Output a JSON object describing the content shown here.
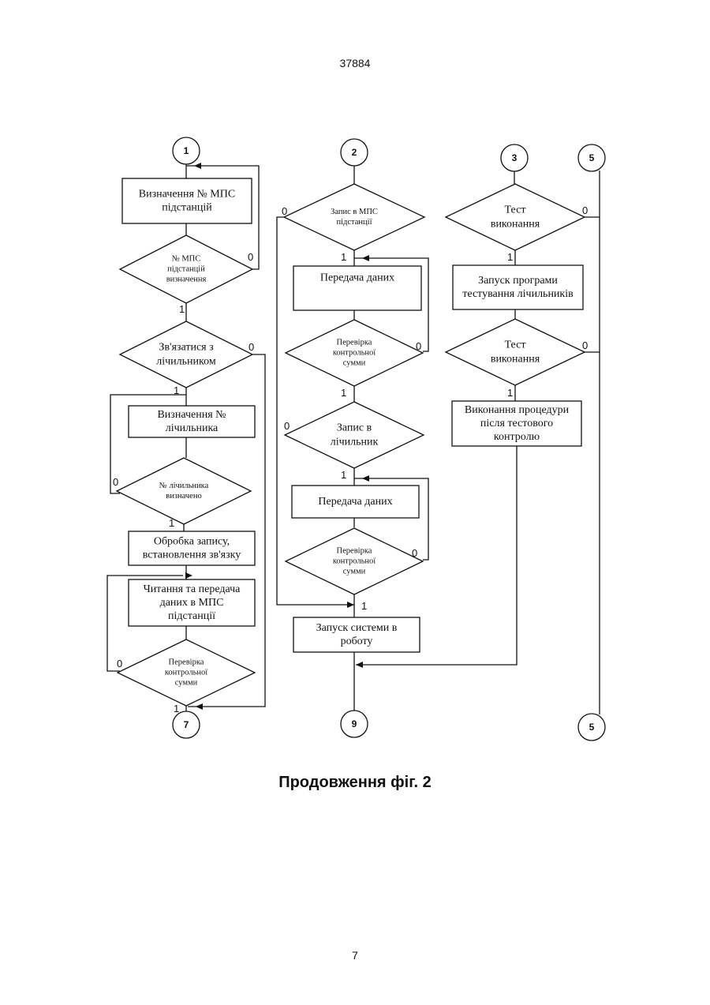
{
  "page": {
    "number_top": "37884",
    "caption": "Продовження фіг. 2",
    "number_bottom": "7"
  },
  "connectors": {
    "c1": "1",
    "c2": "2",
    "c3": "3",
    "c5_top": "5",
    "c7": "7",
    "c9": "9",
    "c5_bottom": "5"
  },
  "col1": {
    "box_mps_id": [
      "Визначення № МПС",
      "підстанцій"
    ],
    "dec_mps_id": [
      "№ МПС",
      "підстанцій",
      "визначення"
    ],
    "dec_connect": [
      "Зв'язатися з",
      "лічильником"
    ],
    "box_meter_id": [
      "Визначення №",
      "лічильника"
    ],
    "dec_meter_id": [
      "№ лічильника",
      "визначено"
    ],
    "box_process": [
      "Обробка запису,",
      "встановлення зв'язку"
    ],
    "box_read": [
      "Читання та передача",
      "даних в МПС",
      "підстанції"
    ],
    "dec_checksum": [
      "Перевірка",
      "контрольної",
      "сумми"
    ]
  },
  "col2": {
    "dec_write_mps": [
      "Запис в МПС",
      "підстанції"
    ],
    "box_transfer_1": [
      "Передача даних"
    ],
    "dec_checksum_1": [
      "Перевірка",
      "контрольної",
      "сумми"
    ],
    "dec_write_meter": [
      "Запис в",
      "лічильник"
    ],
    "box_transfer_2": [
      "Передача даних"
    ],
    "dec_checksum_2": [
      "Перевірка",
      "контрольної",
      "сумми"
    ],
    "box_launch": [
      "Запуск системи в",
      "роботу"
    ]
  },
  "col3": {
    "dec_test_1": [
      "Тест",
      "виконання"
    ],
    "box_start_tests": [
      "Запуск програми",
      "тестування лічильників"
    ],
    "dec_test_2": [
      "Тест",
      "виконання"
    ],
    "box_after_test": [
      "Виконання процедури",
      "після тестового",
      "контролю"
    ]
  },
  "flags": {
    "yes": "1",
    "no": "0"
  }
}
